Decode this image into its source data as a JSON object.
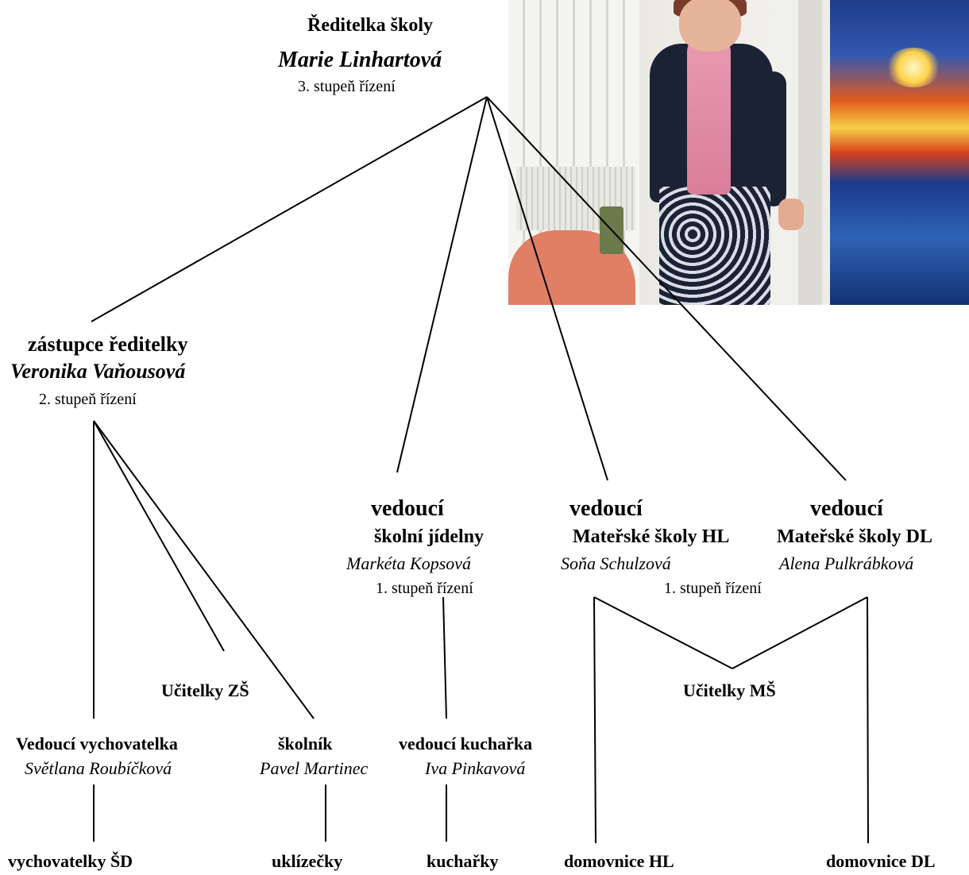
{
  "director": {
    "title": "Ředitelka školy",
    "name": "Marie Linhartová",
    "level": "3. stupeň řízení"
  },
  "deputy": {
    "title": "zástupce ředitelky",
    "name": "Veronika Vaňousová",
    "level": "2. stupeň řízení"
  },
  "canteen_head": {
    "title": "vedoucí",
    "subtitle": "školní jídelny",
    "name": "Markéta Kopsová",
    "level": "1. stupeň řízení"
  },
  "ms_hl_head": {
    "title": "vedoucí",
    "subtitle": "Mateřské školy HL",
    "name": "Soňa Schulzová"
  },
  "ms_dl_head": {
    "title": "vedoucí",
    "subtitle": "Mateřské školy DL",
    "name": "Alena Pulkrábková"
  },
  "ms_level": "1. stupeň řízení",
  "teachers_zs": "Učitelky ZŠ",
  "teachers_ms": "Učitelky MŠ",
  "head_educator": {
    "title": "Vedoucí vychovatelka",
    "name": "Světlana Roubíčková"
  },
  "caretaker": {
    "title": "školník",
    "name": "Pavel Martinec"
  },
  "head_cook": {
    "title": "vedoucí kuchařka",
    "name": "Iva Pinkavová"
  },
  "bottom": {
    "educators_sd": "vychovatelky ŠD",
    "cleaners": "uklízečky",
    "cooks": "kuchařky",
    "housekeepers_hl": "domovnice HL",
    "housekeepers_dl": "domovnice DL"
  }
}
